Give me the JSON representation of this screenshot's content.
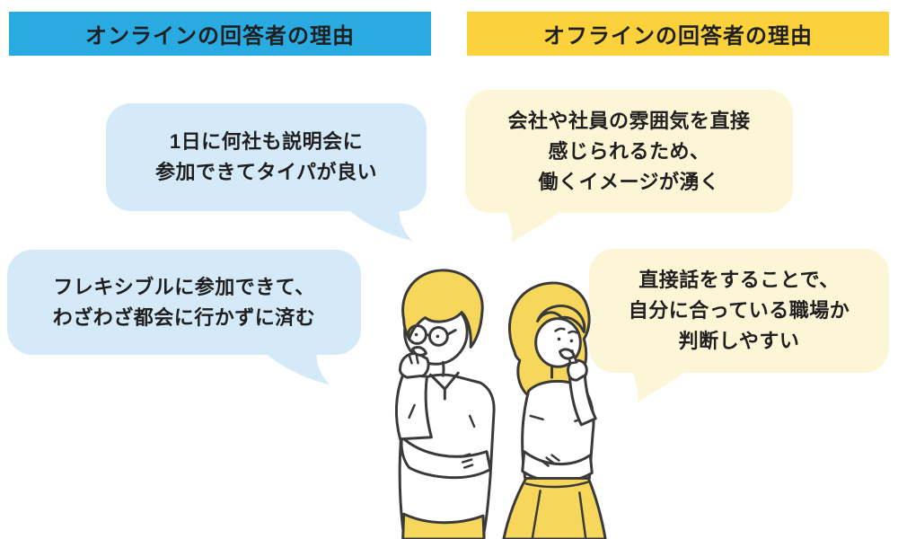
{
  "page": {
    "title": "online-vs-offline-respondent-reasons-infographic",
    "background": "#ffffff"
  },
  "colors": {
    "online_accent": "#29ABE2",
    "offline_accent": "#FBD23C",
    "online_bubble": "#D5EAF8",
    "offline_bubble": "#FCF5D6",
    "text": "#1F1F1F",
    "illustration_line": "#3A3A3A",
    "illustration_yellow": "#F6D75B"
  },
  "headers": {
    "online": "オンラインの回答者の理由",
    "offline": "オフラインの回答者の理由"
  },
  "bubbles": {
    "online": [
      {
        "lines": [
          "1日に何社も説明会に",
          "参加できてタイパが良い"
        ]
      },
      {
        "lines": [
          "フレキシブルに参加できて、",
          "わざわざ都会に行かずに済む"
        ]
      }
    ],
    "offline": [
      {
        "lines": [
          "会社や社員の雰囲気を直接",
          "感じられるため、",
          "働くイメージが湧く"
        ]
      },
      {
        "lines": [
          "直接話をすることで、",
          "自分に合っている職場か",
          "判断しやすい"
        ]
      }
    ]
  },
  "illustration": {
    "description": "two-people-thinking",
    "figures": [
      "man-with-glasses-hand-on-chin",
      "woman-finger-on-cheek"
    ]
  }
}
